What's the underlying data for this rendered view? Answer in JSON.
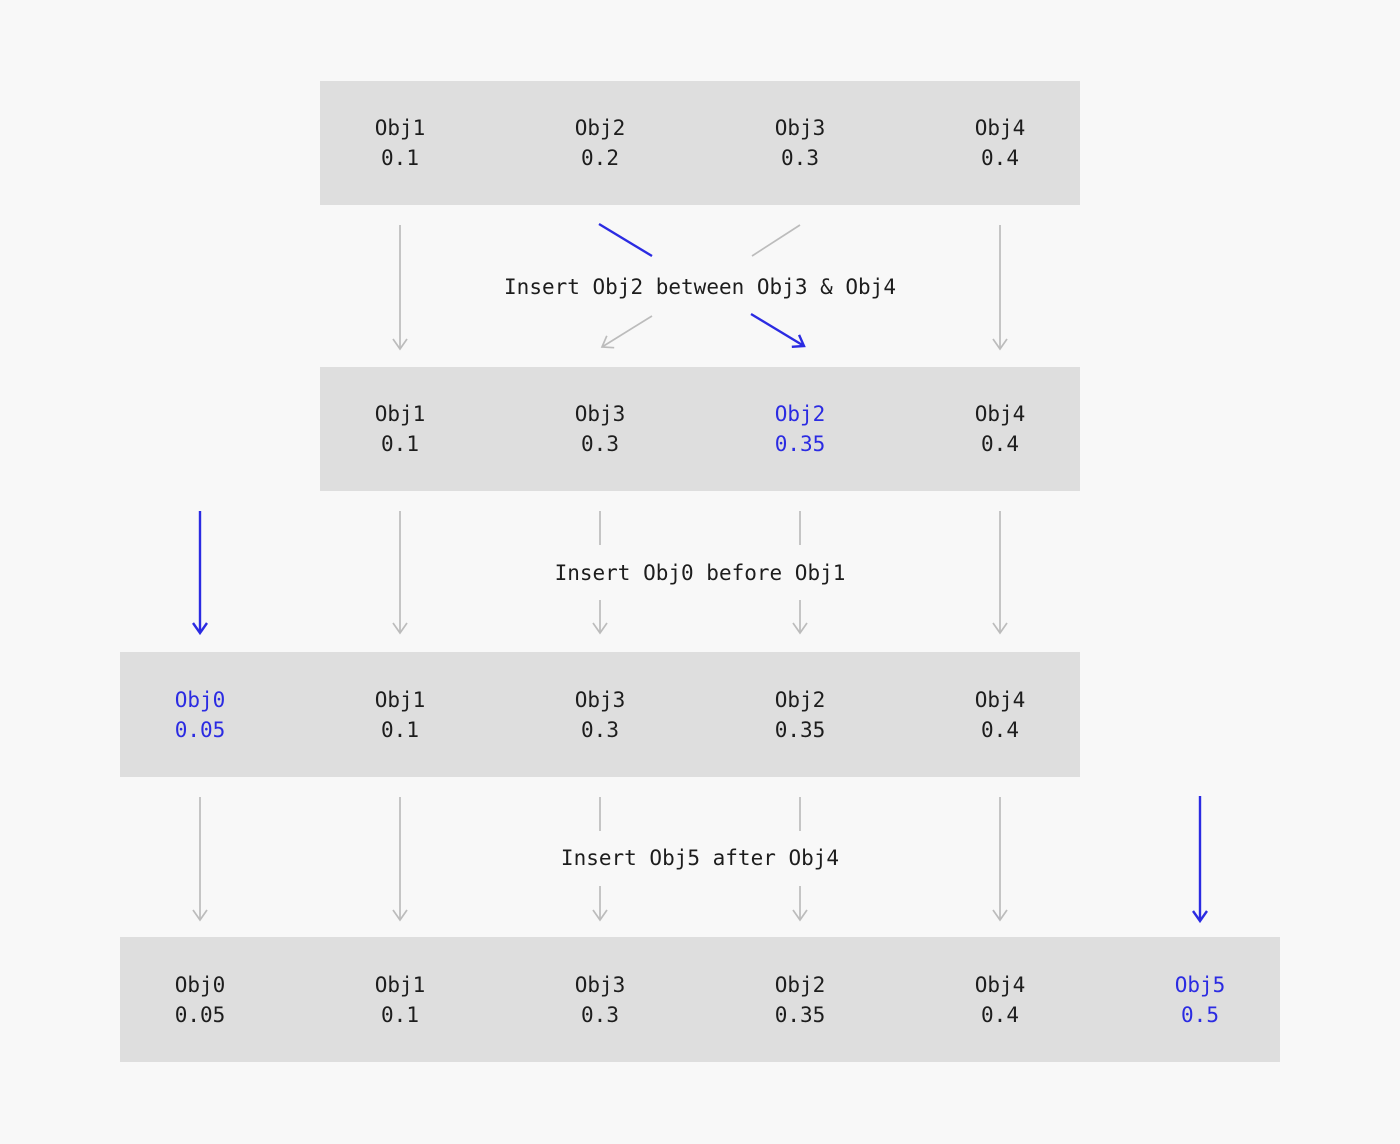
{
  "colors": {
    "page_background": "#f8f8f8",
    "box_background": "#dedede",
    "text": "#1d1d1d",
    "arrow": "#bcbcbc",
    "highlight": "#2b2be2"
  },
  "rows": [
    {
      "items": [
        {
          "label": "Obj1",
          "value": "0.1",
          "highlighted": false
        },
        {
          "label": "Obj2",
          "value": "0.2",
          "highlighted": false
        },
        {
          "label": "Obj3",
          "value": "0.3",
          "highlighted": false
        },
        {
          "label": "Obj4",
          "value": "0.4",
          "highlighted": false
        }
      ]
    },
    {
      "items": [
        {
          "label": "Obj1",
          "value": "0.1",
          "highlighted": false
        },
        {
          "label": "Obj3",
          "value": "0.3",
          "highlighted": false
        },
        {
          "label": "Obj2",
          "value": "0.35",
          "highlighted": true
        },
        {
          "label": "Obj4",
          "value": "0.4",
          "highlighted": false
        }
      ]
    },
    {
      "items": [
        {
          "label": "Obj0",
          "value": "0.05",
          "highlighted": true
        },
        {
          "label": "Obj1",
          "value": "0.1",
          "highlighted": false
        },
        {
          "label": "Obj3",
          "value": "0.3",
          "highlighted": false
        },
        {
          "label": "Obj2",
          "value": "0.35",
          "highlighted": false
        },
        {
          "label": "Obj4",
          "value": "0.4",
          "highlighted": false
        }
      ]
    },
    {
      "items": [
        {
          "label": "Obj0",
          "value": "0.05",
          "highlighted": false
        },
        {
          "label": "Obj1",
          "value": "0.1",
          "highlighted": false
        },
        {
          "label": "Obj3",
          "value": "0.3",
          "highlighted": false
        },
        {
          "label": "Obj2",
          "value": "0.35",
          "highlighted": false
        },
        {
          "label": "Obj4",
          "value": "0.4",
          "highlighted": false
        },
        {
          "label": "Obj5",
          "value": "0.5",
          "highlighted": true
        }
      ]
    }
  ],
  "operations": [
    {
      "label": "Insert Obj2 between Obj3 & Obj4"
    },
    {
      "label": "Insert Obj0 before Obj1"
    },
    {
      "label": "Insert Obj5 after Obj4"
    }
  ]
}
